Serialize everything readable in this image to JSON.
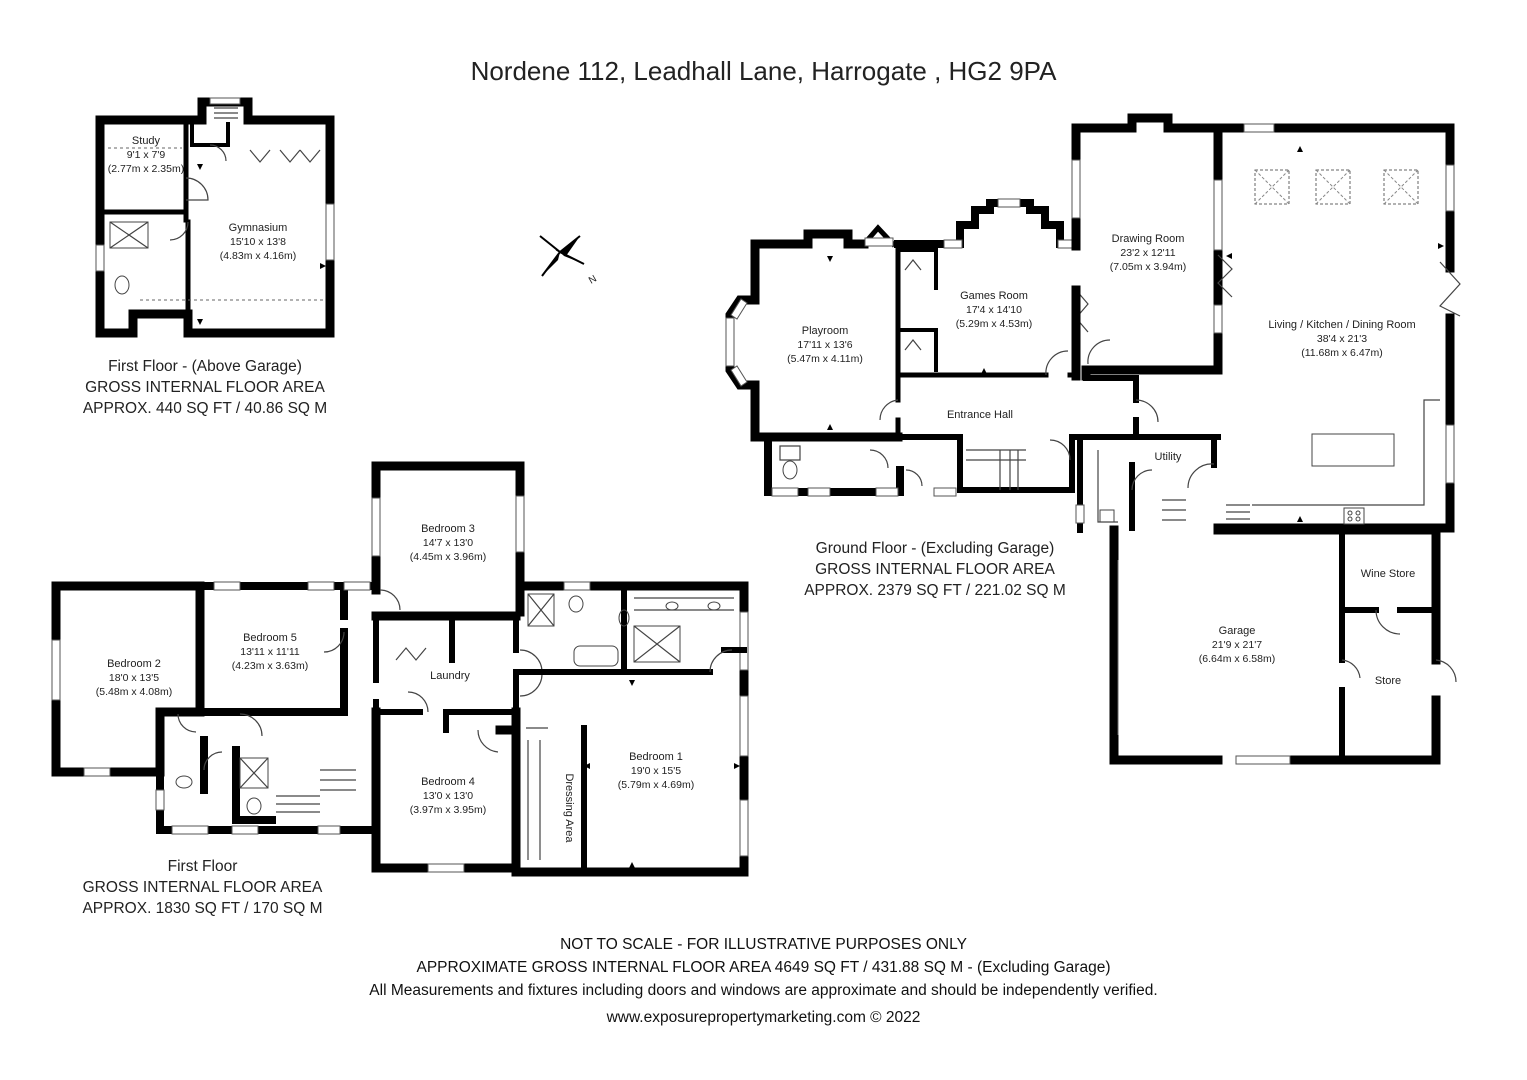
{
  "title": "Nordene 112, Leadhall Lane, Harrogate , HG2 9PA",
  "rooms": {
    "study": {
      "name": "Study",
      "imperial": "9'1 x 7'9",
      "metric": "(2.77m x 2.35m)"
    },
    "gym": {
      "name": "Gymnasium",
      "imperial": "15'10 x 13'8",
      "metric": "(4.83m x 4.16m)"
    },
    "playroom": {
      "name": "Playroom",
      "imperial": "17'11 x 13'6",
      "metric": "(5.47m x 4.11m)"
    },
    "games": {
      "name": "Games Room",
      "imperial": "17'4 x 14'10",
      "metric": "(5.29m x 4.53m)"
    },
    "drawing": {
      "name": "Drawing Room",
      "imperial": "23'2 x 12'11",
      "metric": "(7.05m x 3.94m)"
    },
    "living": {
      "name": "Living / Kitchen / Dining Room",
      "imperial": "38'4 x 21'3",
      "metric": "(11.68m x 6.47m)"
    },
    "hall": {
      "name": "Entrance Hall"
    },
    "utility": {
      "name": "Utility"
    },
    "garage": {
      "name": "Garage",
      "imperial": "21'9 x 21'7",
      "metric": "(6.64m x 6.58m)"
    },
    "wine": {
      "name": "Wine Store"
    },
    "store": {
      "name": "Store"
    },
    "bed3": {
      "name": "Bedroom 3",
      "imperial": "14'7 x 13'0",
      "metric": "(4.45m x 3.96m)"
    },
    "bed2": {
      "name": "Bedroom 2",
      "imperial": "18'0 x 13'5",
      "metric": "(5.48m x 4.08m)"
    },
    "bed5": {
      "name": "Bedroom 5",
      "imperial": "13'11 x 11'11",
      "metric": "(4.23m x 3.63m)"
    },
    "laundry": {
      "name": "Laundry"
    },
    "bed4": {
      "name": "Bedroom 4",
      "imperial": "13'0 x 13'0",
      "metric": "(3.97m x 3.95m)"
    },
    "bed1": {
      "name": "Bedroom 1",
      "imperial": "19'0 x 15'5",
      "metric": "(5.79m x 4.69m)"
    },
    "dressing": {
      "name": "Dressing Area"
    }
  },
  "areas": {
    "garage_first": {
      "line1": "First Floor - (Above Garage)",
      "line2": "GROSS INTERNAL FLOOR AREA",
      "line3": "APPROX. 440 SQ FT / 40.86 SQ M"
    },
    "ground": {
      "line1": "Ground Floor - (Excluding Garage)",
      "line2": "GROSS INTERNAL FLOOR AREA",
      "line3": "APPROX. 2379 SQ FT / 221.02 SQ M"
    },
    "first": {
      "line1": "First Floor",
      "line2": "GROSS INTERNAL FLOOR AREA",
      "line3": "APPROX. 1830 SQ FT / 170 SQ M"
    }
  },
  "footer": {
    "line1": "NOT TO SCALE - FOR ILLUSTRATIVE PURPOSES ONLY",
    "line2": "APPROXIMATE GROSS INTERNAL FLOOR AREA 4649 SQ FT / 431.88 SQ M - (Excluding Garage)",
    "line3": "All Measurements and fixtures including doors and windows are approximate and should be independently verified.",
    "line4": "www.exposurepropertymarketing.com © 2022"
  },
  "compass": {
    "label": "N",
    "icon": "compass-rose-icon"
  },
  "colors": {
    "walls": "#000000",
    "background": "#ffffff",
    "text": "#222222"
  }
}
